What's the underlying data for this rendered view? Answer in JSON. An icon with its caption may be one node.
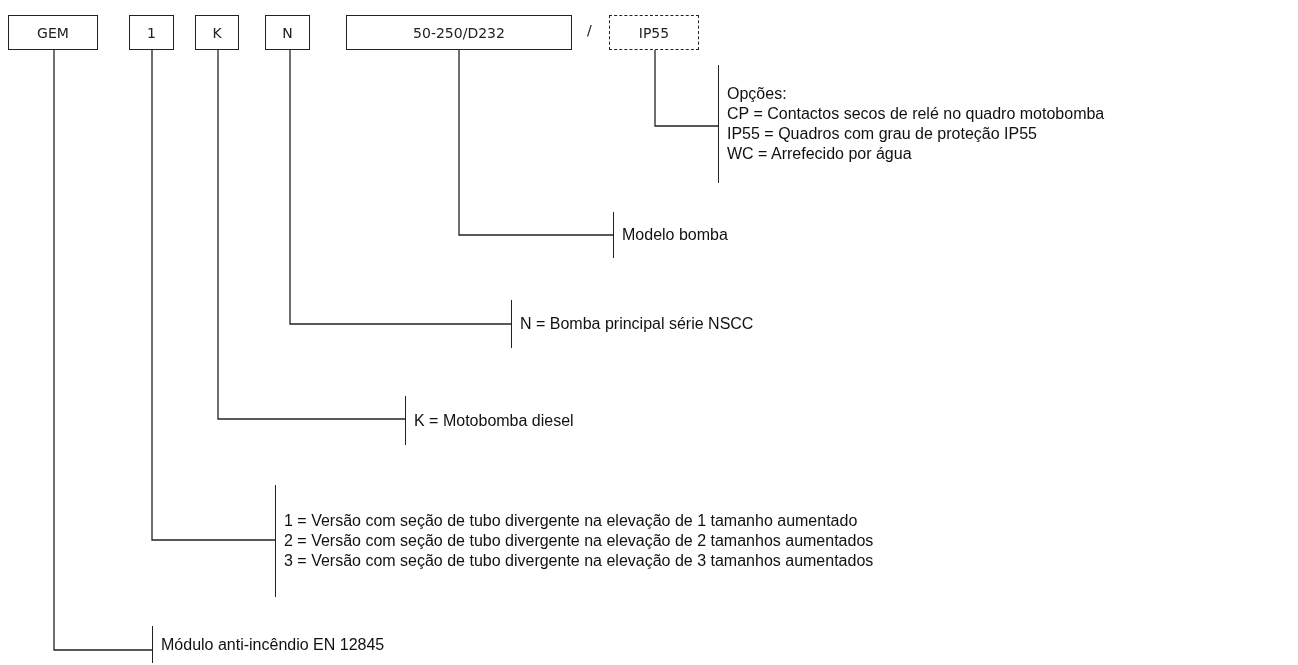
{
  "diagram": {
    "nodes": [
      {
        "text": [
          "GEM"
        ]
      },
      {
        "text": [
          "1"
        ]
      },
      {
        "text": [
          "K"
        ]
      },
      {
        "text": [
          "N"
        ]
      },
      {
        "text": [
          "50-250/D232"
        ]
      },
      {
        "text": [
          "IP55"
        ]
      },
      {
        "text": [
          "Opções:",
          "CP = Contactos secos de relé no quadro motobomba",
          "IP55 = Quadros com grau de proteção IP55",
          "WC = Arrefecido por água"
        ]
      },
      {
        "text": [
          "Modelo bomba"
        ]
      },
      {
        "text": [
          "N = Bomba principal série NSCC"
        ]
      },
      {
        "text": [
          "K = Motobomba diesel"
        ]
      },
      {
        "text": [
          "1 = Versão com seção de tubo divergente na elevação de 1 tamanho aumentado",
          "2 = Versão com seção de tubo divergente na elevação de 2 tamanhos aumentados",
          "3 = Versão com seção de tubo divergente na elevação de 3 tamanhos aumentados"
        ]
      },
      {
        "text": [
          "Módulo anti-incêndio EN 12845"
        ]
      }
    ],
    "edges": [
      {
        "from": 5,
        "to": 6,
        "arrow": "none"
      },
      {
        "from": 4,
        "to": 7,
        "arrow": "none"
      },
      {
        "from": 3,
        "to": 8,
        "arrow": "none"
      },
      {
        "from": 2,
        "to": 9,
        "arrow": "none"
      },
      {
        "from": 1,
        "to": 10,
        "arrow": "none"
      },
      {
        "from": 0,
        "to": 11,
        "arrow": "none"
      }
    ],
    "labels": [
      "/"
    ]
  }
}
